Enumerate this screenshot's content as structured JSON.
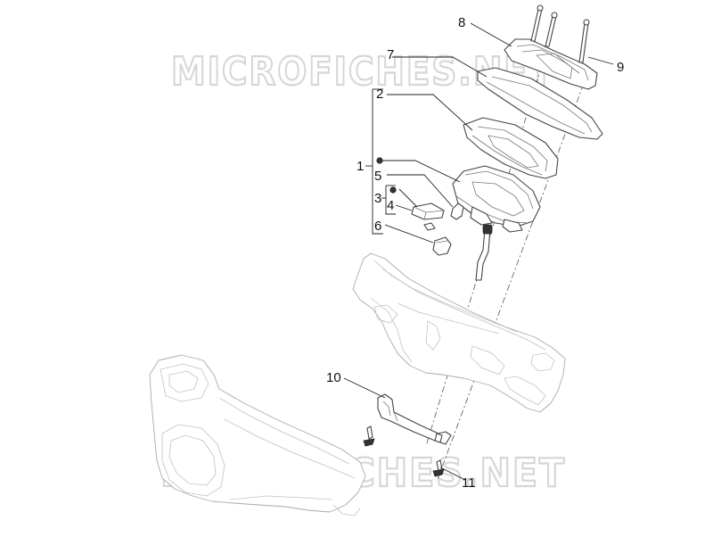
{
  "watermarks": [
    "MICROFICHES.NET",
    "MICROFICHES.NET"
  ],
  "callouts": {
    "c1": "1",
    "c2": "2",
    "c3": "3",
    "c4": "4",
    "c5": "5",
    "c6": "6",
    "c7": "7",
    "c8": "8",
    "c9": "9",
    "c10": "10",
    "c11": "11"
  },
  "colors": {
    "line": "#444444",
    "ghost": "#aaaaaa",
    "watermark": "#d6d6d6"
  }
}
